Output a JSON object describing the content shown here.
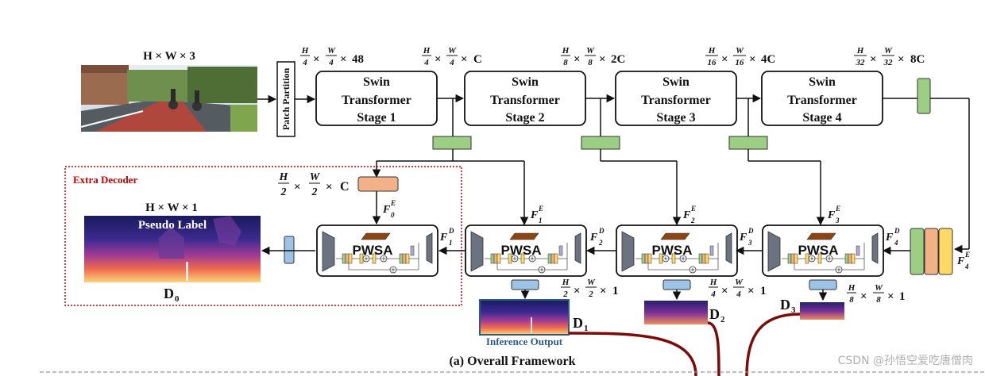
{
  "input": {
    "size_label": "H × W × 3"
  },
  "patch_partition": {
    "label": "Patch Partition"
  },
  "stages": [
    {
      "line1": "Swin",
      "line2": "Transformer",
      "line3": "Stage 1",
      "dims": {
        "h": "H",
        "hd": "4",
        "w": "W",
        "wd": "4",
        "c": "48"
      }
    },
    {
      "line1": "Swin",
      "line2": "Transformer",
      "line3": "Stage 2",
      "dims": {
        "h": "H",
        "hd": "4",
        "w": "W",
        "wd": "4",
        "c": "C"
      }
    },
    {
      "line1": "Swin",
      "line2": "Transformer",
      "line3": "Stage 3",
      "dims": {
        "h": "H",
        "hd": "8",
        "w": "W",
        "wd": "8",
        "c": "2C"
      }
    },
    {
      "line1": "Swin",
      "line2": "Transformer",
      "line3": "Stage 4",
      "dims": {
        "h": "H",
        "hd": "16",
        "w": "W",
        "wd": "16",
        "c": "4C"
      }
    }
  ],
  "stage4_out_dims": {
    "h": "H",
    "hd": "32",
    "w": "W",
    "wd": "32",
    "c": "8C"
  },
  "extra_decoder": {
    "title": "Extra Decoder",
    "dims": {
      "h": "H",
      "hd": "2",
      "w": "W",
      "wd": "2",
      "c": "C"
    },
    "pseudo_size": "H × W × 1",
    "pseudo_label": "Pseudo Label",
    "output_name": "D",
    "output_sub": "0"
  },
  "pwsa_label": "PWSA",
  "encoder_features": [
    {
      "base": "F",
      "sub": "0",
      "sup": "E"
    },
    {
      "base": "F",
      "sub": "1",
      "sup": "E"
    },
    {
      "base": "F",
      "sub": "2",
      "sup": "E"
    },
    {
      "base": "F",
      "sub": "3",
      "sup": "E"
    },
    {
      "base": "F",
      "sub": "4",
      "sup": "E"
    }
  ],
  "decoder_features": [
    {
      "base": "F",
      "sub": "1",
      "sup": "D"
    },
    {
      "base": "F",
      "sub": "2",
      "sup": "D"
    },
    {
      "base": "F",
      "sub": "3",
      "sup": "D"
    },
    {
      "base": "F",
      "sub": "4",
      "sup": "D"
    }
  ],
  "outputs": [
    {
      "name": "D",
      "sub": "1",
      "dims": {
        "h": "H",
        "hd": "2",
        "w": "W",
        "wd": "2",
        "c": "1"
      }
    },
    {
      "name": "D",
      "sub": "2",
      "dims": {
        "h": "H",
        "hd": "4",
        "w": "W",
        "wd": "4",
        "c": "1"
      }
    },
    {
      "name": "D",
      "sub": "3",
      "dims": {
        "h": "H",
        "hd": "8",
        "w": "W",
        "wd": "8",
        "c": "1"
      }
    }
  ],
  "inference_output": "Inference Output",
  "caption": "(a) Overall Framework",
  "watermark": "CSDN @孙悟空爱吃唐僧肉",
  "colors": {
    "green": "#9ccf84",
    "orange": "#f2b186",
    "blue": "#9dc3e6",
    "yellow": "#ffd966",
    "dark_red": "#7b0c0c",
    "extra_red": "#c00000",
    "infer_blue": "#2e5c8a",
    "patch_brown": "#8b4513",
    "trap_gray": "#6b7280"
  }
}
